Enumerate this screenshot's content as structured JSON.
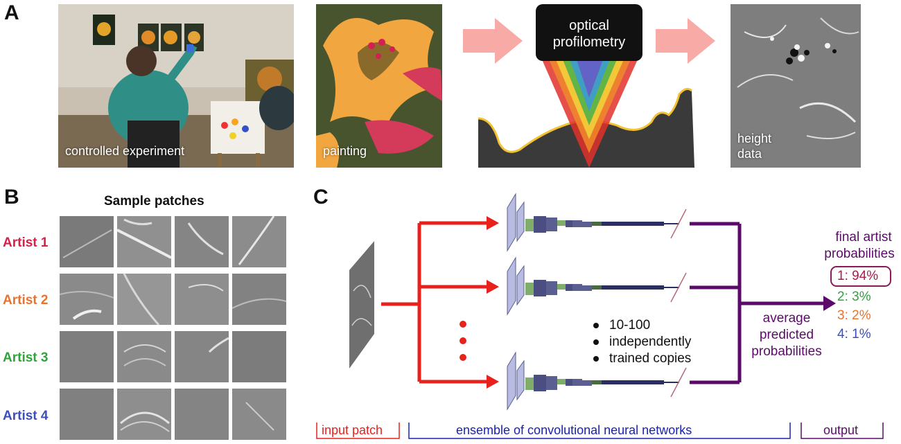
{
  "panels": {
    "a": "A",
    "b": "B",
    "c": "C"
  },
  "panel_a": {
    "experiment_caption": "controlled experiment",
    "painting_caption": "painting",
    "profilometry_line1": "optical",
    "profilometry_line2": "profilometry",
    "height_line1": "height",
    "height_line2": "data"
  },
  "panel_b": {
    "title": "Sample patches",
    "artists": [
      {
        "label": "Artist 1",
        "color": "#d6204a"
      },
      {
        "label": "Artist 2",
        "color": "#e8732c"
      },
      {
        "label": "Artist 3",
        "color": "#2ea43a"
      },
      {
        "label": "Artist 4",
        "color": "#3b4fb8"
      }
    ]
  },
  "panel_c": {
    "bullets": [
      "10-100",
      "independently",
      "trained copies"
    ],
    "average_lines": [
      "average",
      "predicted",
      "probabilities"
    ],
    "final_lines": [
      "final artist",
      "probabilities"
    ],
    "results": [
      {
        "text": "1: 94%",
        "color": "#b0184a",
        "highlighted": true
      },
      {
        "text": "2: 3%",
        "color": "#2ea43a",
        "highlighted": false
      },
      {
        "text": "3: 2%",
        "color": "#e8732c",
        "highlighted": false
      },
      {
        "text": "4: 1%",
        "color": "#3b4fb8",
        "highlighted": false
      }
    ],
    "brackets": {
      "input": "input patch",
      "ensemble": "ensemble of convolutional neural networks",
      "output": "output"
    },
    "colors": {
      "red": "#e8211c",
      "purple": "#5c0a6a",
      "blue": "#1a22b0"
    }
  }
}
